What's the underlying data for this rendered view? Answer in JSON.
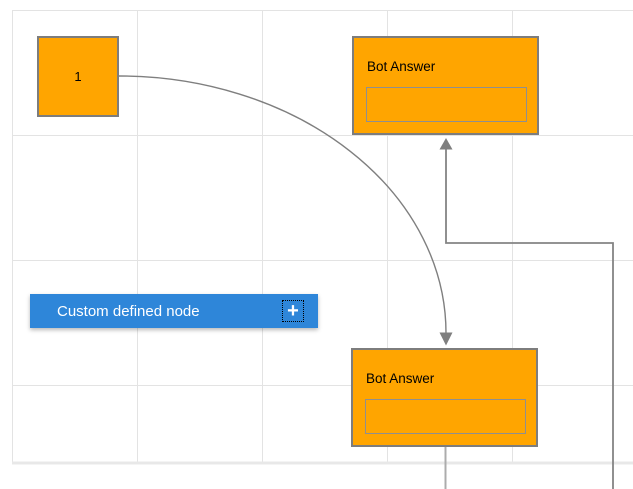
{
  "diagram": {
    "nodes": {
      "start": {
        "label": "1"
      },
      "bot_answer_top": {
        "title": "Bot Answer",
        "input_value": ""
      },
      "bot_answer_bottom": {
        "title": "Bot Answer",
        "input_value": ""
      }
    },
    "palette_item": {
      "label": "Custom defined node",
      "icon": "plus-icon",
      "plus_glyph": "+"
    },
    "colors": {
      "node_fill": "#FFA500",
      "node_border": "#7D7D7D",
      "palette_fill": "#2E86D9",
      "palette_text": "#FFFFFF",
      "connector": "#7F7F7F",
      "connector_light": "#ACACAC",
      "grid_line": "#E3E3E3",
      "node_text": "#000000"
    }
  }
}
